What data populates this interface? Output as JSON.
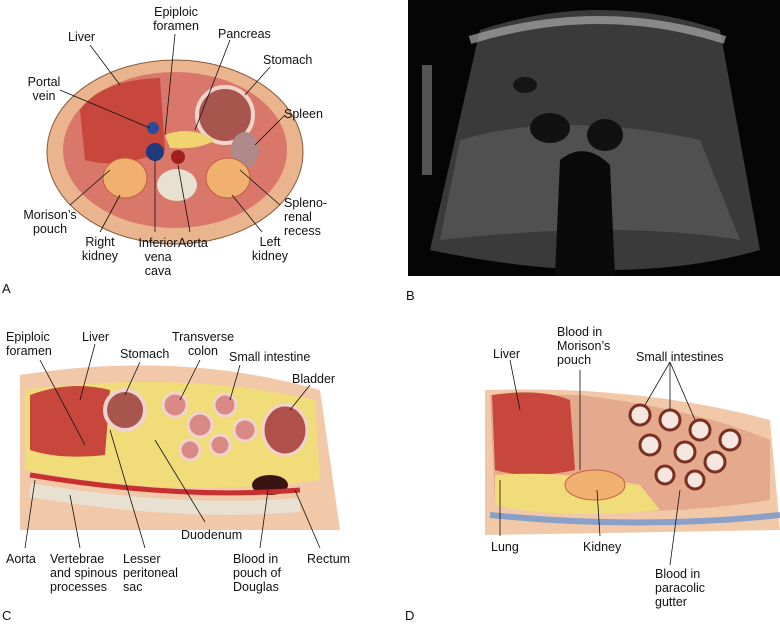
{
  "panels": {
    "a": {
      "letter": "A",
      "labels": {
        "liver": "Liver",
        "epiploic_foramen": "Epiploic\nforamen",
        "pancreas": "Pancreas",
        "stomach": "Stomach",
        "portal_vein": "Portal\nvein",
        "spleen": "Spleen",
        "morisons_pouch": "Morison’s\npouch",
        "splenorenal_recess": "Spleno-\nrenal\nrecess",
        "right_kidney": "Right\nkidney",
        "ivc": "Inferior\nvena\ncava",
        "aorta": "Aorta",
        "left_kidney": "Left\nkidney"
      }
    },
    "b": {
      "letter": "B"
    },
    "c": {
      "letter": "C",
      "labels": {
        "epiploic_foramen": "Epiploic\nforamen",
        "liver": "Liver",
        "stomach": "Stomach",
        "transverse_colon": "Transverse\ncolon",
        "small_intestine": "Small intestine",
        "bladder": "Bladder",
        "aorta": "Aorta",
        "vertebrae": "Vertebrae\nand spinous\nprocesses",
        "lesser_sac": "Lesser\nperitoneal\nsac",
        "duodenum": "Duodenum",
        "blood_douglas": "Blood in\npouch of\nDouglas",
        "rectum": "Rectum"
      }
    },
    "d": {
      "letter": "D",
      "labels": {
        "liver": "Liver",
        "blood_morison": "Blood in\nMorison’s\npouch",
        "small_intestines": "Small intestines",
        "lung": "Lung",
        "kidney": "Kidney",
        "blood_paracolic": "Blood in\nparacolic\ngutter"
      }
    }
  },
  "colors": {
    "liver": "#c8473c",
    "skin": "#f2c9a8",
    "fat": "#f0dc78",
    "fluid": "#3a1410",
    "ultrasound_bg": "#050505"
  }
}
